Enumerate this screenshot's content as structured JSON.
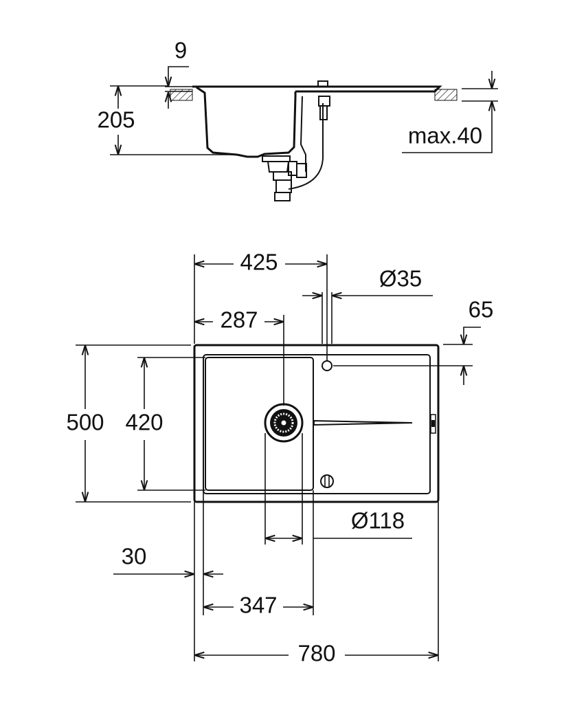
{
  "side_view": {
    "rim_thickness": "9",
    "depth": "205",
    "countertop_max": "max.40"
  },
  "plan_view": {
    "tap_offset": "425",
    "tap_hole": "Ø35",
    "tap_from_edge": "65",
    "drain_offset": "287",
    "width": "500",
    "bowl_width": "420",
    "drain_diameter": "Ø118",
    "edge": "30",
    "bowl_length": "347",
    "length": "780"
  }
}
